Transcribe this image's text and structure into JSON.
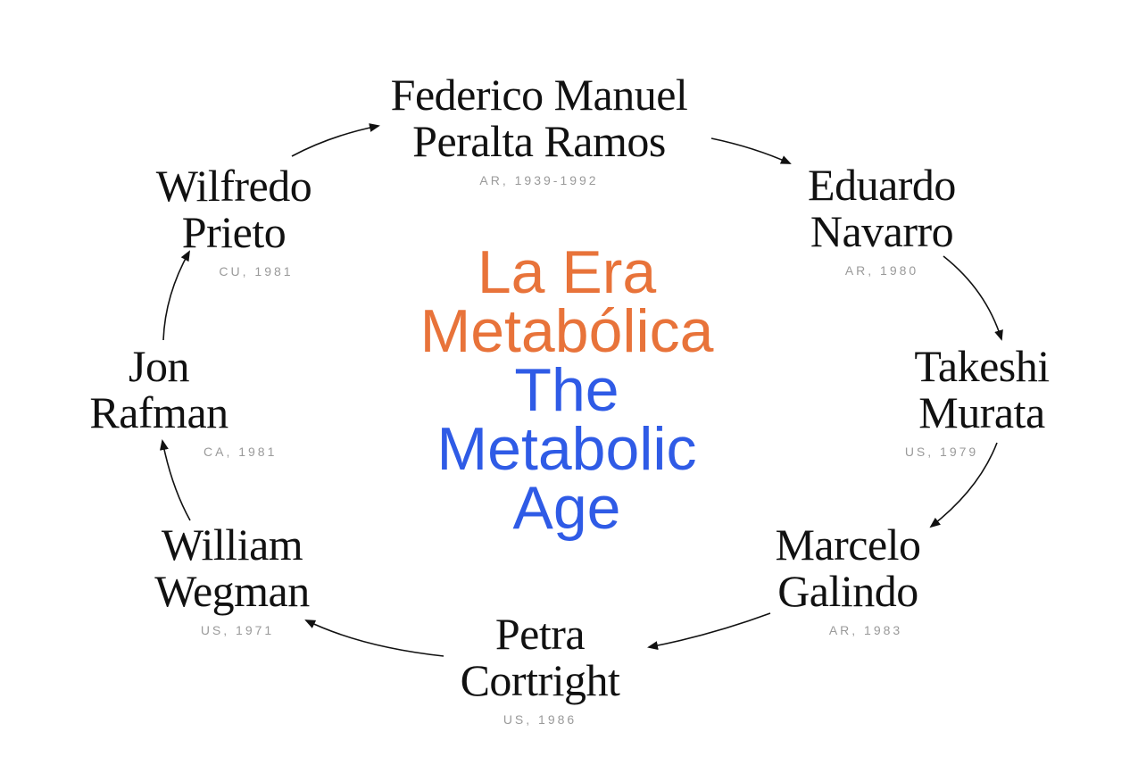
{
  "title": {
    "es_line1": "La Era",
    "es_line2": "Metabólica",
    "en_line1": "The",
    "en_line2": "Metabolic",
    "en_line3": "Age",
    "es_color": "#e8733a",
    "en_color": "#2f5be6"
  },
  "artists": [
    {
      "line1": "Federico Manuel",
      "line2": "Peralta Ramos",
      "meta": "AR, 1939-1992"
    },
    {
      "line1": "Eduardo",
      "line2": "Navarro",
      "meta": "AR, 1980"
    },
    {
      "line1": "Takeshi",
      "line2": "Murata",
      "meta": "US, 1979"
    },
    {
      "line1": "Marcelo",
      "line2": "Galindo",
      "meta": "AR, 1983"
    },
    {
      "line1": "Petra",
      "line2": "Cortright",
      "meta": "US, 1986"
    },
    {
      "line1": "William",
      "line2": "Wegman",
      "meta": "US, 1971"
    },
    {
      "line1": "Jon",
      "line2": "Rafman",
      "meta": "CA, 1981"
    },
    {
      "line1": "Wilfredo",
      "line2": "Prieto",
      "meta": "CU, 1981"
    }
  ],
  "arrow_color": "#111111"
}
